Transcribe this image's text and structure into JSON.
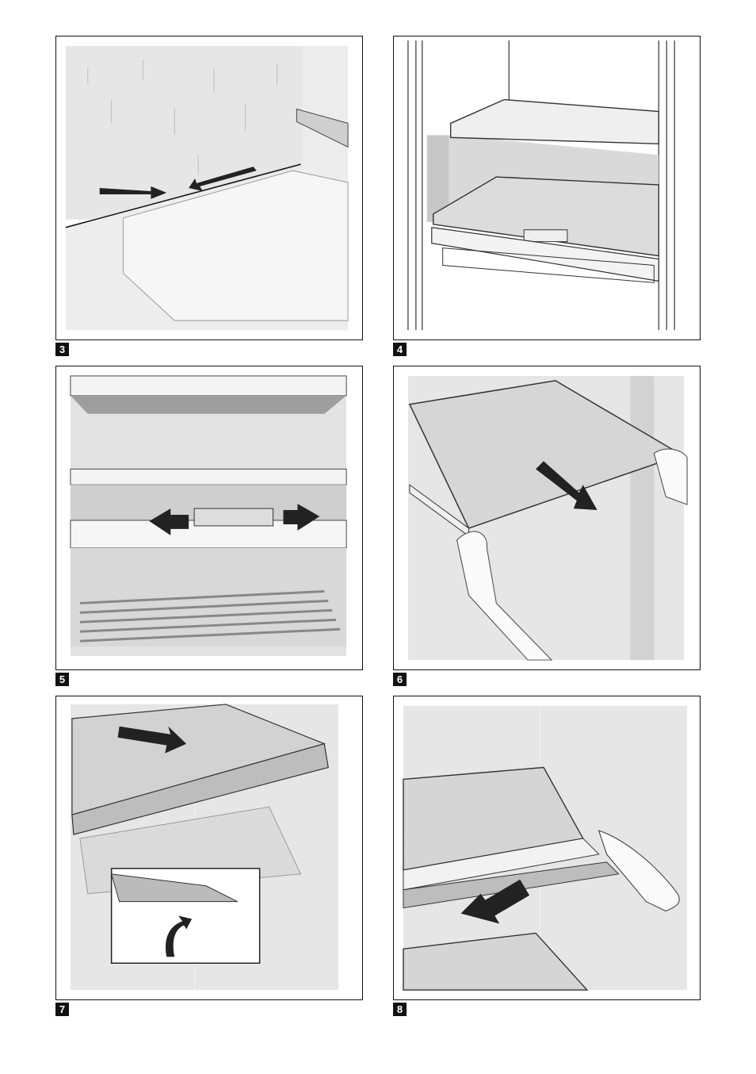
{
  "figures": [
    {
      "number": "3",
      "illustration": "drain-channel-arrows"
    },
    {
      "number": "4",
      "illustration": "shelves-overview"
    },
    {
      "number": "5",
      "illustration": "release-clip-arrows"
    },
    {
      "number": "6",
      "illustration": "tilt-shelf-hands"
    },
    {
      "number": "7",
      "illustration": "pull-shelf-detail"
    },
    {
      "number": "8",
      "illustration": "insert-shelf-arrow"
    }
  ],
  "colors": {
    "frame": "#111111",
    "surface": "#e6e6e6",
    "shade": "#bdbdbd",
    "arrow": "#222222"
  }
}
